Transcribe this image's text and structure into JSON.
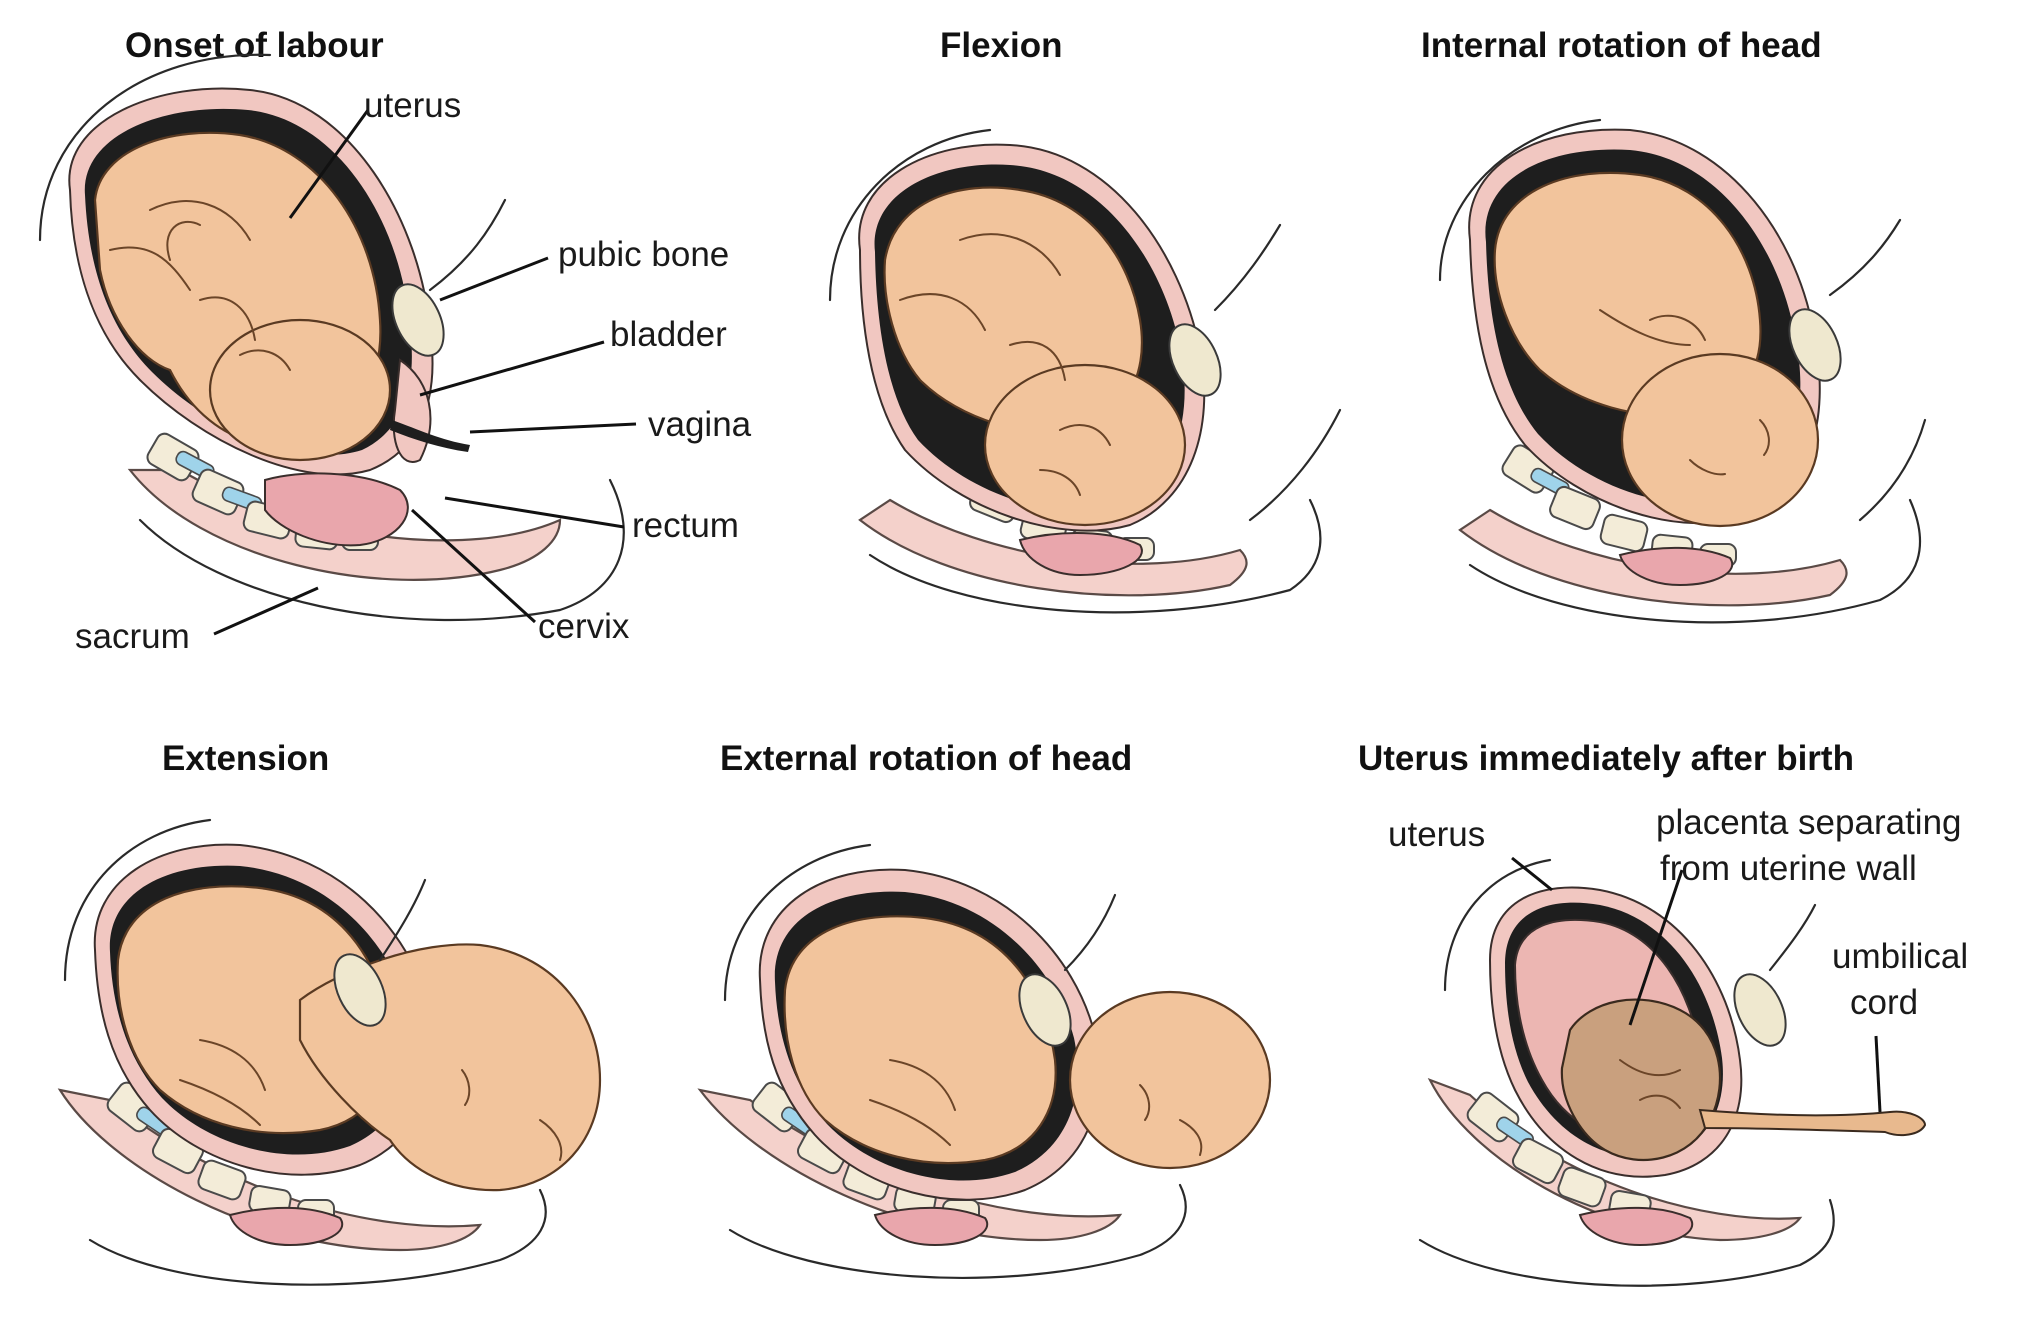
{
  "panels": [
    {
      "title": "Onset of labour",
      "labels": {
        "uterus": "uterus",
        "pubic_bone": "pubic bone",
        "bladder": "bladder",
        "vagina": "vagina",
        "rectum": "rectum",
        "cervix": "cervix",
        "sacrum": "sacrum"
      }
    },
    {
      "title": "Flexion"
    },
    {
      "title": "Internal rotation of head"
    },
    {
      "title": "Extension"
    },
    {
      "title": "External rotation of head"
    },
    {
      "title": "Uterus immediately after birth",
      "labels": {
        "uterus": "uterus",
        "placenta_line1": "placenta separating",
        "placenta_line2": "from uterine wall",
        "umbilical_line1": "umbilical",
        "umbilical_line2": "cord"
      }
    }
  ],
  "colors": {
    "skin": "#f2c49c",
    "uterine_wall": "#f1c7c1",
    "body_wall": "#f4d1cb",
    "disc": "#9fd3ea",
    "placenta": "#c9a07e"
  }
}
